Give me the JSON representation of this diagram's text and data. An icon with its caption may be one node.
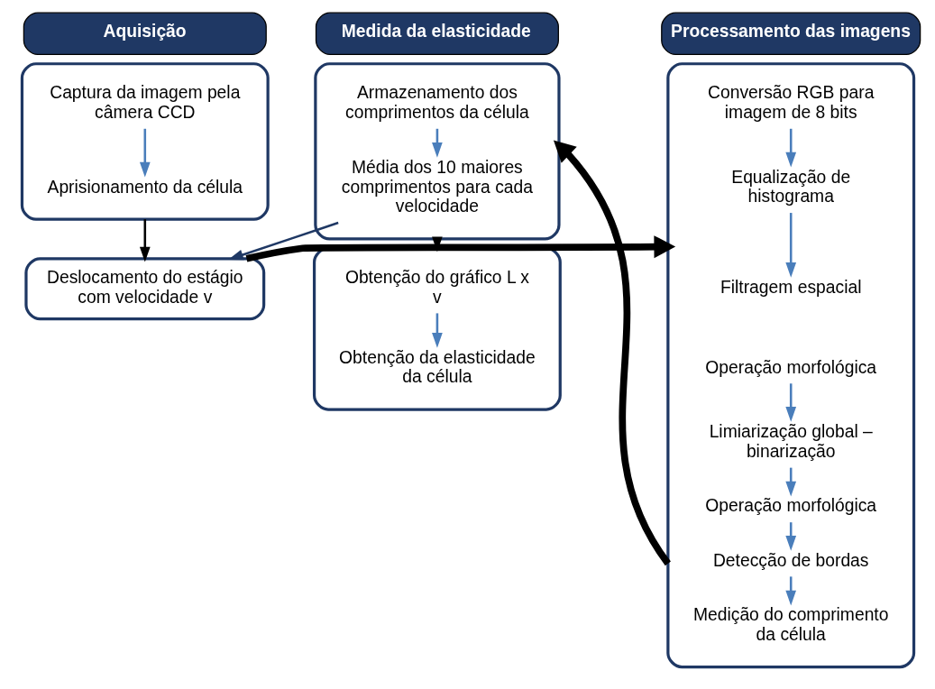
{
  "diagram": {
    "nodes": [
      {
        "text": [
          "Aquisição"
        ]
      },
      {
        "text": [
          "Processamento das imagens"
        ]
      },
      {
        "text": [
          "Medida da elasticidade"
        ]
      },
      {
        "text": [],
        "shape": "box"
      },
      {
        "text": [
          "Captura da imagem pela câmera CCD"
        ],
        "in": 3
      },
      {
        "text": [
          "Aprisionamento da célula"
        ],
        "in": 3
      },
      {
        "text": [
          "Deslocamento do estágio com velocidade v"
        ]
      },
      {
        "text": [],
        "shape": "box"
      },
      {
        "text": [
          "Conversão RGB para imagem de 8 bits"
        ],
        "in": 7
      },
      {
        "text": [
          "Equalização de histograma"
        ],
        "in": 7
      },
      {
        "text": [
          "Filtragem espacial"
        ],
        "in": 7
      },
      {
        "text": [
          "Operação morfológica"
        ],
        "in": 7
      },
      {
        "text": [
          "Limiarização global – binarização"
        ],
        "in": 7
      },
      {
        "text": [
          "Operação morfológica"
        ],
        "in": 7
      },
      {
        "text": [
          "Detecção de bordas"
        ],
        "in": 7
      },
      {
        "text": [
          "Medição do comprimento da célula"
        ],
        "in": 7
      },
      {
        "text": [],
        "shape": "box"
      },
      {
        "text": [
          "Armazenamento dos comprimentos da célula"
        ],
        "in": 16
      },
      {
        "text": [
          "Média dos 10 maiores comprimentos para cada velocidade"
        ],
        "in": 16
      },
      {
        "text": [],
        "shape": "box"
      },
      {
        "text": [
          "Obtenção do gráfico L x v"
        ],
        "in": 19
      },
      {
        "text": [
          "Obtenção da elasticidade da célula"
        ],
        "in": 19
      }
    ],
    "edges": [
      {
        "from": 4,
        "to": 5,
        "arrow": "to"
      },
      {
        "from": 3,
        "to": 6,
        "arrow": "to",
        "color": "#000000"
      },
      {
        "from": 6,
        "to": 7,
        "arrow": "to",
        "style": "thick",
        "color": "#000000"
      },
      {
        "from": 8,
        "to": 9,
        "arrow": "to"
      },
      {
        "from": 9,
        "to": 10,
        "arrow": "to"
      },
      {
        "from": 11,
        "to": 12,
        "arrow": "to"
      },
      {
        "from": 12,
        "to": 13,
        "arrow": "to"
      },
      {
        "from": 13,
        "to": 14,
        "arrow": "to"
      },
      {
        "from": 14,
        "to": 15,
        "arrow": "to"
      },
      {
        "from": 7,
        "to": 16,
        "arrow": "to",
        "style": "thick",
        "color": "#000000"
      },
      {
        "from": 17,
        "to": 18,
        "arrow": "to"
      },
      {
        "from": 16,
        "to": 19,
        "arrow": "to",
        "color": "#000000"
      },
      {
        "from": 20,
        "to": 21,
        "arrow": "to"
      },
      {
        "from": 18,
        "to": 6,
        "arrow": "to",
        "color": "#1f3864"
      }
    ]
  }
}
